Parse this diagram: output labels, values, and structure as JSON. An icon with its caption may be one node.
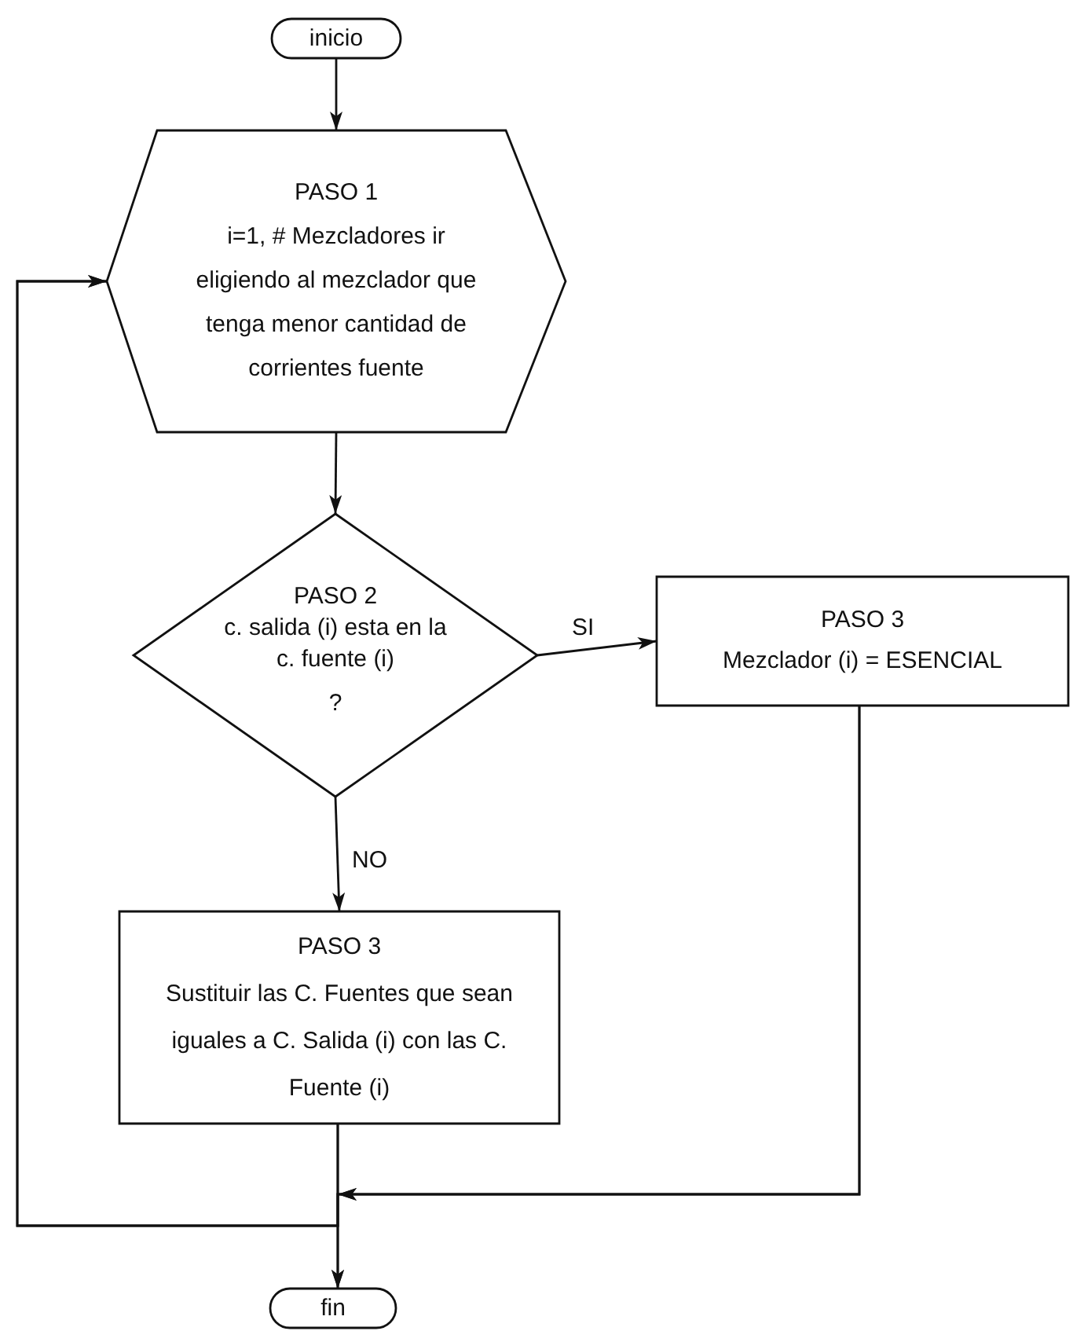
{
  "diagram": {
    "nodes": [
      {
        "text": [
          "inicio"
        ]
      },
      {
        "text": [
          "PASO 1",
          "i=1, # Mezcladores ir eligiendo al mezclador que tenga menor cantidad de corrientes fuente"
        ]
      },
      {
        "text": [
          "PASO 2",
          "c. salida (i) esta en la c. fuente (i)",
          "?"
        ]
      },
      {
        "text": [
          "PASO 3",
          "Mezclador (i) = ESENCIAL"
        ]
      },
      {
        "text": [
          "PASO 3",
          "Sustituir las C. Fuentes que sean iguales a C. Salida (i) con las C. Fuente (i)"
        ]
      },
      {
        "text": [
          "fin"
        ]
      }
    ],
    "edges": [
      {
        "from": 0,
        "to": 1,
        "arrow": "to"
      },
      {
        "from": 1,
        "to": 2,
        "arrow": "to"
      },
      {
        "from": 2,
        "to": 3,
        "arrow": "to",
        "label": "SI"
      },
      {
        "from": 2,
        "to": 4,
        "arrow": "to",
        "label": "NO"
      },
      {
        "from": 4,
        "to": 1,
        "arrow": "to"
      },
      {
        "from": 3,
        "to": 1,
        "arrow": "to"
      },
      {
        "from": 4,
        "to": 5,
        "arrow": "to"
      },
      {
        "from": 3,
        "to": 5,
        "arrow": "to"
      }
    ]
  }
}
